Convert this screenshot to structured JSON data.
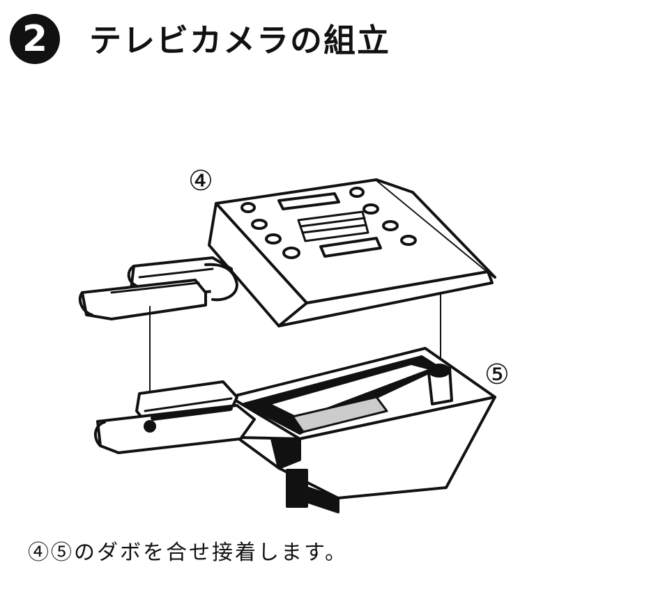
{
  "header": {
    "step_number": "2",
    "title": "テレビカメラの組立"
  },
  "callouts": {
    "part_4": "④",
    "part_5": "⑤"
  },
  "caption": "④⑤のダボを合せ接着します。"
}
